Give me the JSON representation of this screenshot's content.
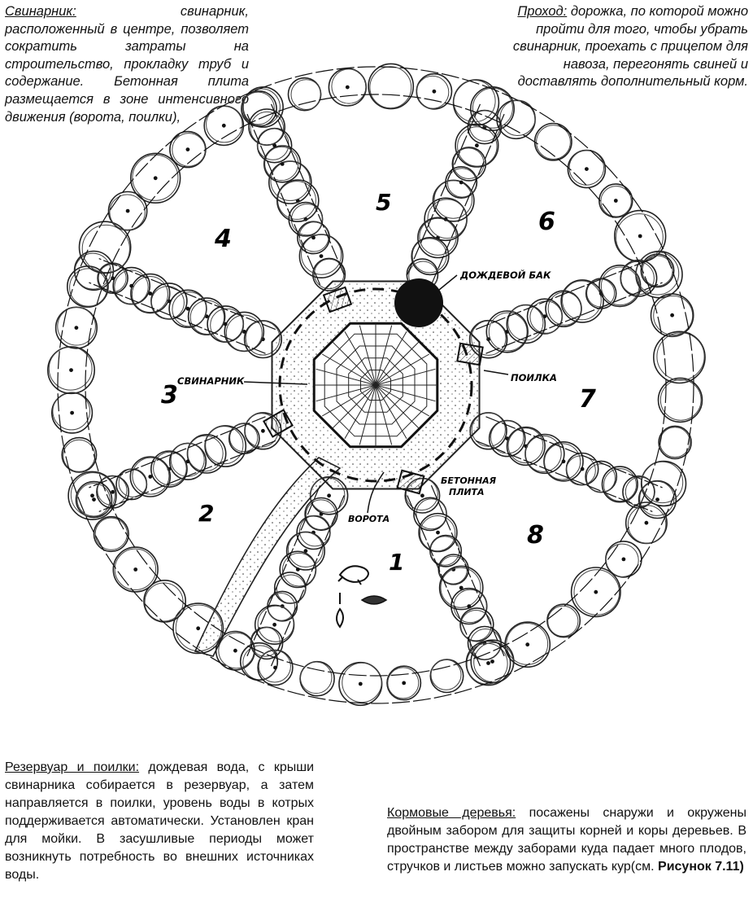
{
  "notes": {
    "top_left": {
      "head": "Свинарник:",
      "body": " свинарник, расположенный в центре, позволяет сократить затраты на строительство, прокладку труб и содержание. Бетонная плита размещается в зоне интенсивного движения (ворота, поилки),"
    },
    "top_right": {
      "head": "Проход:",
      "body": " дорожка, по которой можно пройти для того, чтобы убрать свинарник, проехать с прицепом для навоза, перегонять свиней и доставлять дополнительный корм."
    },
    "bottom_left": {
      "head": "Резервуар и поилки:",
      "body": " дождевая вода, с крыши свинарника собирается в резервуар, а затем направляется в поилки, уровень воды в котрых поддерживается автоматически. Установлен кран для мойки. В засушливые периоды может возникнуть потребность во внешних источниках воды."
    },
    "bottom_right": {
      "head": "Кормовые деревья:",
      "body": " посажены снаружи и окружены двойным забором для защиты корней и коры деревьев. В пространстве между заборами куда падает много плодов, стручков и листьев можно запускать кур(см. ",
      "ref": "Рисунок 7.11)"
    }
  },
  "paddocks": [
    "1",
    "2",
    "3",
    "4",
    "5",
    "6",
    "7",
    "8"
  ],
  "labels": {
    "tank": "ДОЖДЕВОЙ БАК",
    "drinker": "ПОИЛКА",
    "pigsty": "СВИНАРНИК",
    "slab": "БЕТОННАЯ ПЛИТА",
    "gate": "ВОРОТА"
  }
}
